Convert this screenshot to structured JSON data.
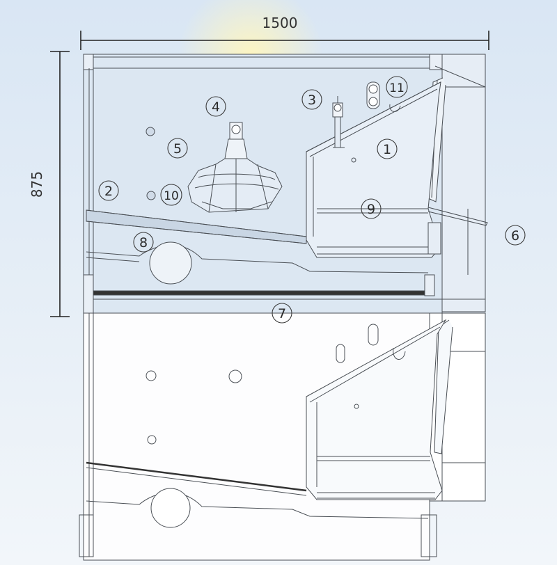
{
  "dimensions": {
    "width_label": "1500",
    "height_label": "875"
  },
  "callouts": [
    {
      "id": "c1",
      "number": "1"
    },
    {
      "id": "c2",
      "number": "2"
    },
    {
      "id": "c3",
      "number": "3"
    },
    {
      "id": "c4",
      "number": "4"
    },
    {
      "id": "c5",
      "number": "5"
    },
    {
      "id": "c6",
      "number": "6"
    },
    {
      "id": "c7",
      "number": "7"
    },
    {
      "id": "c8",
      "number": "8"
    },
    {
      "id": "c9",
      "number": "9"
    },
    {
      "id": "c10",
      "number": "10"
    },
    {
      "id": "c11",
      "number": "11"
    }
  ],
  "colors": {
    "line": "#4a4f55",
    "fill_upper": "#dde8f3",
    "fill_lower": "#ffffff",
    "dimension": "#222222"
  }
}
